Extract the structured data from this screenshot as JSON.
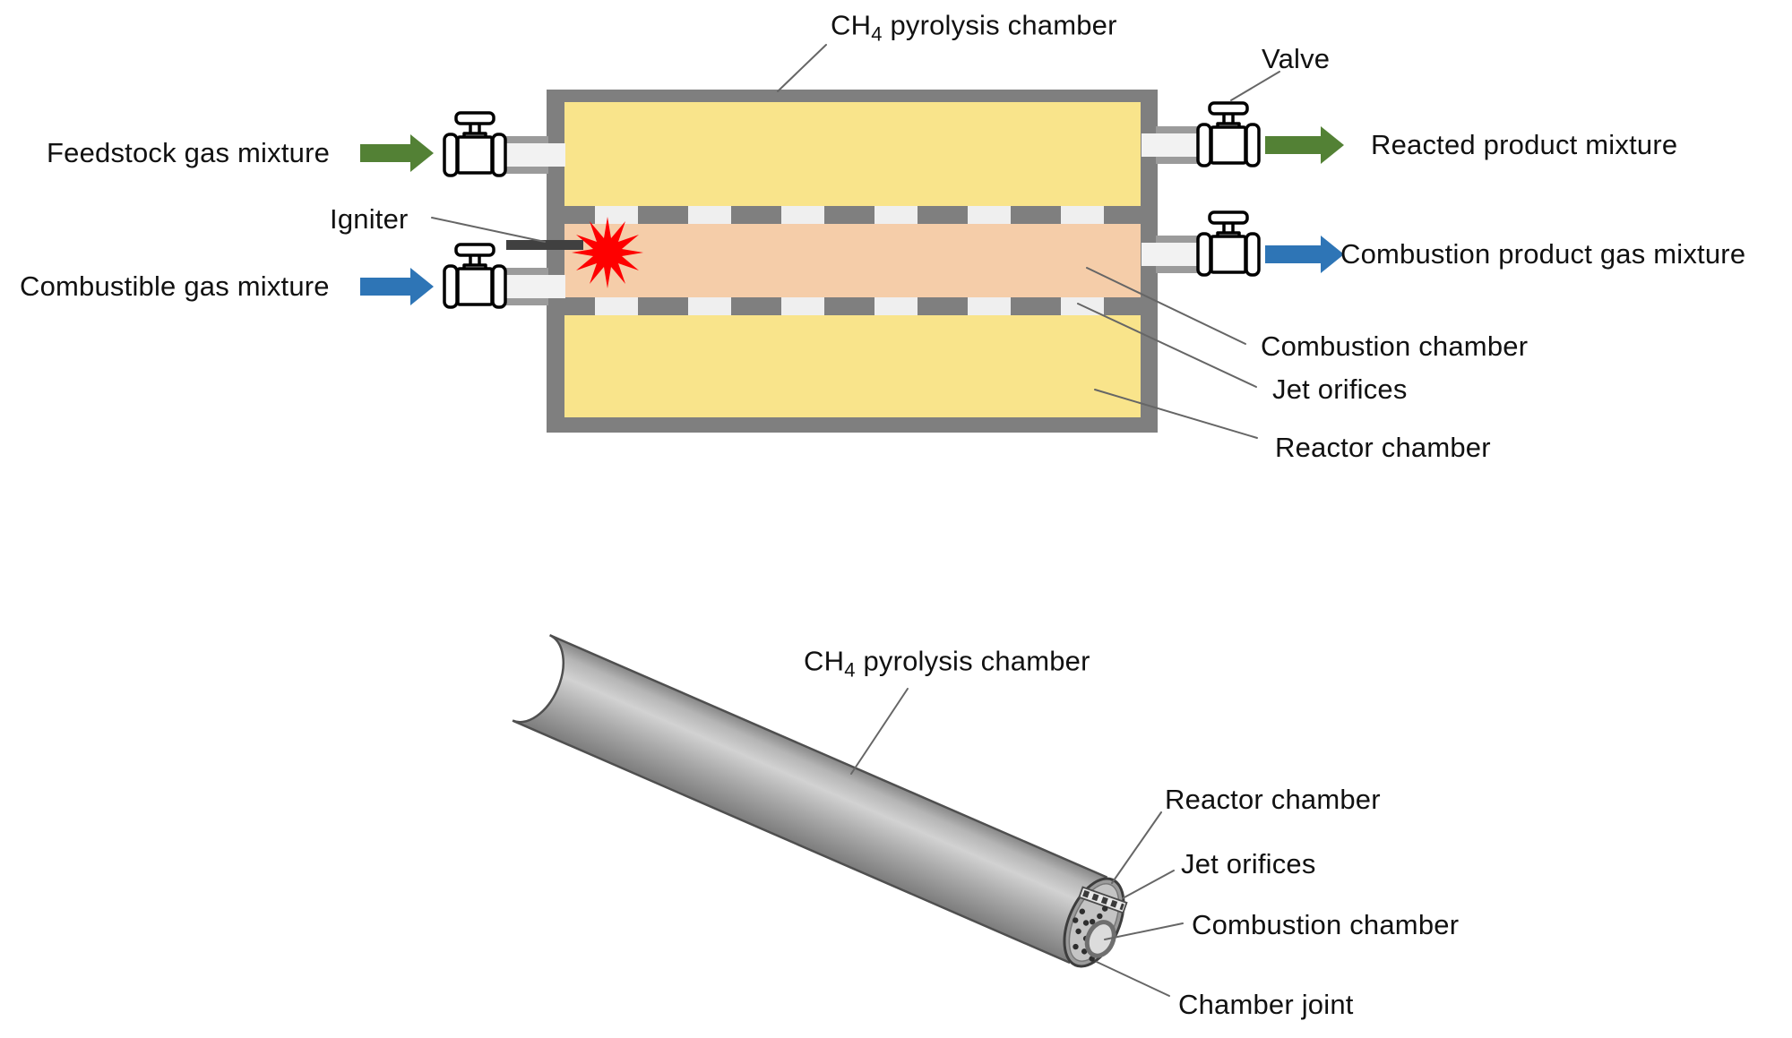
{
  "figure": {
    "top_diagram": {
      "title": {
        "prefix": "CH",
        "sub": "4",
        "suffix": " pyrolysis chamber"
      },
      "labels": {
        "feedstock": "Feedstock gas mixture",
        "igniter": "Igniter",
        "combustible": "Combustible gas mixture",
        "valve": "Valve",
        "reacted_product": "Reacted product mixture",
        "combustion_product": "Combustion product gas mixture",
        "combustion_chamber": "Combustion chamber",
        "jet_orifices": "Jet orifices",
        "reactor_chamber": "Reactor chamber"
      }
    },
    "bottom_diagram": {
      "title": {
        "prefix": "CH",
        "sub": "4",
        "suffix": " pyrolysis chamber"
      },
      "labels": {
        "reactor_chamber": "Reactor chamber",
        "jet_orifices": "Jet orifices",
        "combustion_chamber": "Combustion chamber",
        "chamber_joint": "Chamber joint"
      }
    }
  },
  "colors": {
    "wall_gray": "#7f7f7f",
    "reactor_yellow": "#f9e48b",
    "combustion_peach": "#f5cda9",
    "orifice_gap": "#efefef",
    "pipe_white": "#f2f2f2",
    "pipe_border": "#9b9b9b",
    "green_arrow": "#538135",
    "blue_arrow": "#2e75b6",
    "spark_red": "#fe0000",
    "igniter_dark": "#404040",
    "leader_gray": "#666666",
    "text": "#111111",
    "cylinder_gray": "#a9a9a9"
  }
}
